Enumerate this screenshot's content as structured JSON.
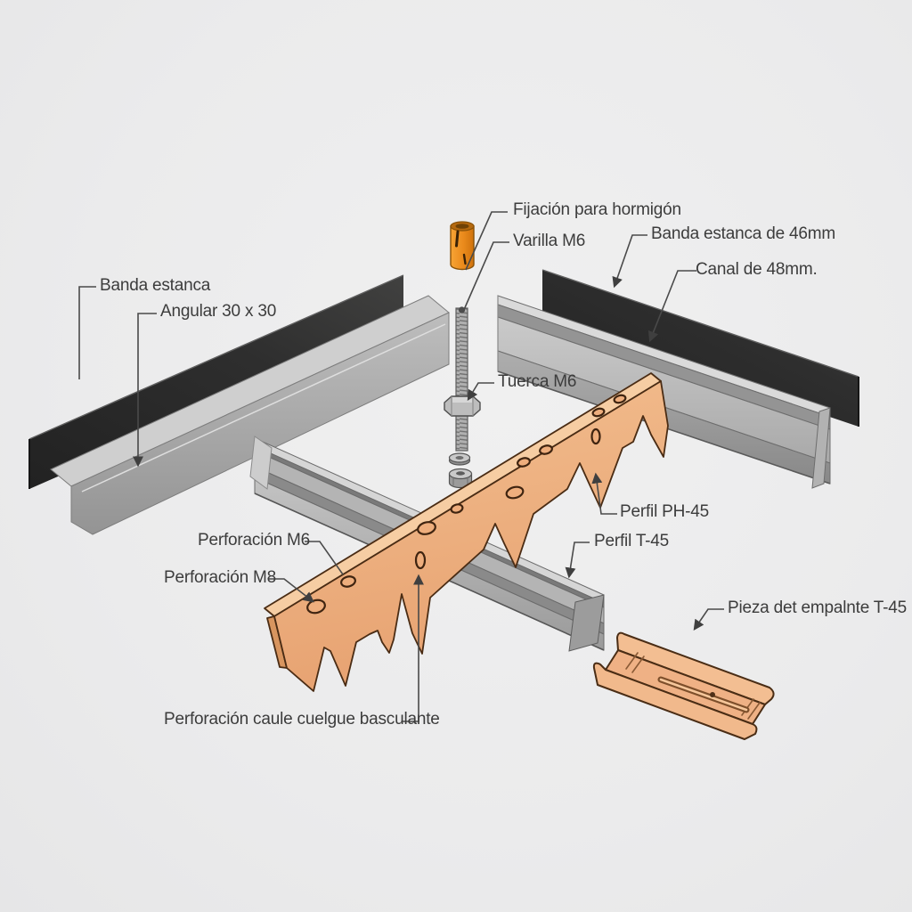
{
  "diagram": {
    "kind": "exploded-assembly-technical-diagram",
    "subject": "suspended ceiling profile system components",
    "colors": {
      "background": "#ececec",
      "label_text": "#3c3c3c",
      "leader_line": "#4a4a4a",
      "sealing_band_black": "#2b2b2b",
      "steel_gray": "#b3b3b3",
      "steel_gray_light": "#d6d6d6",
      "profile_orange": "#efb285",
      "profile_orange_light": "#f6cda3",
      "anchor_orange": "#e8881e",
      "outline_brown": "#4a2c14"
    }
  },
  "labels": {
    "fijacion": "Fijación para hormigón",
    "varilla": "Varilla M6",
    "banda46": "Banda estanca de 46mm",
    "canal48": "Canal de 48mm.",
    "banda": "Banda estanca",
    "angular": "Angular 30 x 30",
    "tuerca": "Tuerca M6",
    "ph45": "Perfil PH-45",
    "t45": "Perfil T-45",
    "perf_m6": "Perforación M6",
    "perf_m8": "Perforación M8",
    "basculante": "Perforación caule cuelgue basculante",
    "pieza": "Pieza det empalnte T-45"
  }
}
